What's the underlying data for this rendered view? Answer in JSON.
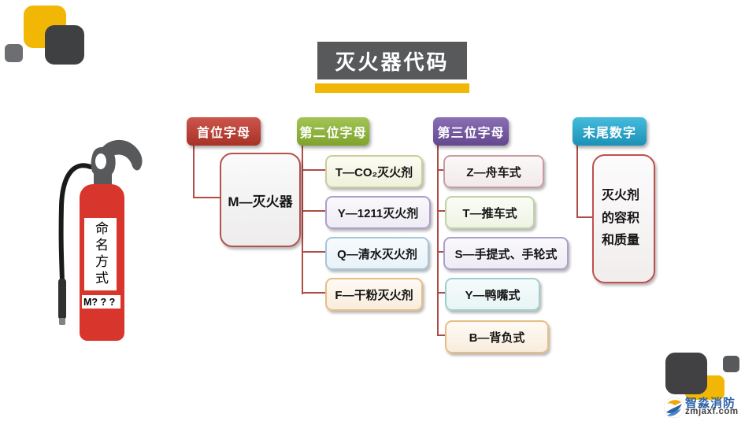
{
  "title": {
    "text": "灭火器代码"
  },
  "extinguisher": {
    "vertical_label": "命名方式",
    "code_label": "M? ? ?"
  },
  "columns": [
    {
      "header": "首位字母",
      "accent": "#b23f35",
      "items": [
        "M—灭火器"
      ]
    },
    {
      "header": "第二位字母",
      "accent": "#8cac38",
      "items": [
        "T—CO₂灭火剂",
        "Y—1211灭火剂",
        "Q—清水灭火剂",
        "F—干粉灭火剂"
      ]
    },
    {
      "header": "第三位字母",
      "accent": "#73549e",
      "items": [
        "Z—舟车式",
        "T—推车式",
        "S—手提式、手轮式",
        "Y—鸭嘴式",
        "B—背负式"
      ]
    },
    {
      "header": "末尾数字",
      "accent": "#2aa6ca",
      "items": [
        "灭火剂的容积和质量"
      ]
    }
  ],
  "logo": {
    "brand": "智淼消防",
    "website": "zmjaxf.com"
  },
  "colors": {
    "accent_yellow": "#f2b705",
    "title_bg": "#58595b",
    "connector": "#af4c46",
    "extinguisher_red": "#d8352c"
  }
}
